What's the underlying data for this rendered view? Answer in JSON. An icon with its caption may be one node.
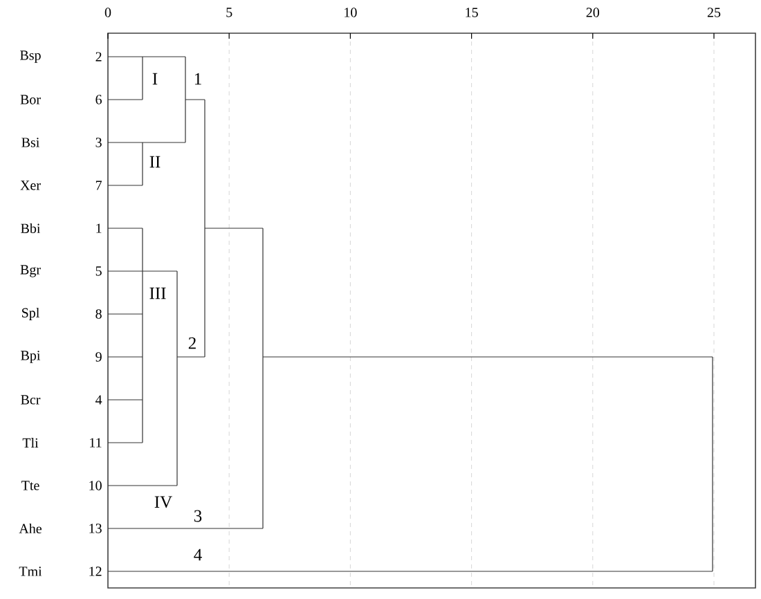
{
  "diagram": {
    "labels": [
      "0",
      "5",
      "10",
      "15",
      "20",
      "25",
      "Bsp",
      "2",
      "I",
      "1",
      "Bor",
      "6",
      "Bsi",
      "3",
      "II",
      "Xer",
      "7",
      "Bbi",
      "1",
      "Bgr",
      "5",
      "III",
      "Spl",
      "8",
      "2",
      "Bpi",
      "9",
      "Bcr",
      "4",
      "Tli",
      "11",
      "Tte",
      "10",
      "IV",
      "3",
      "Ahe",
      "13",
      "4",
      "Tmi",
      "12"
    ]
  }
}
